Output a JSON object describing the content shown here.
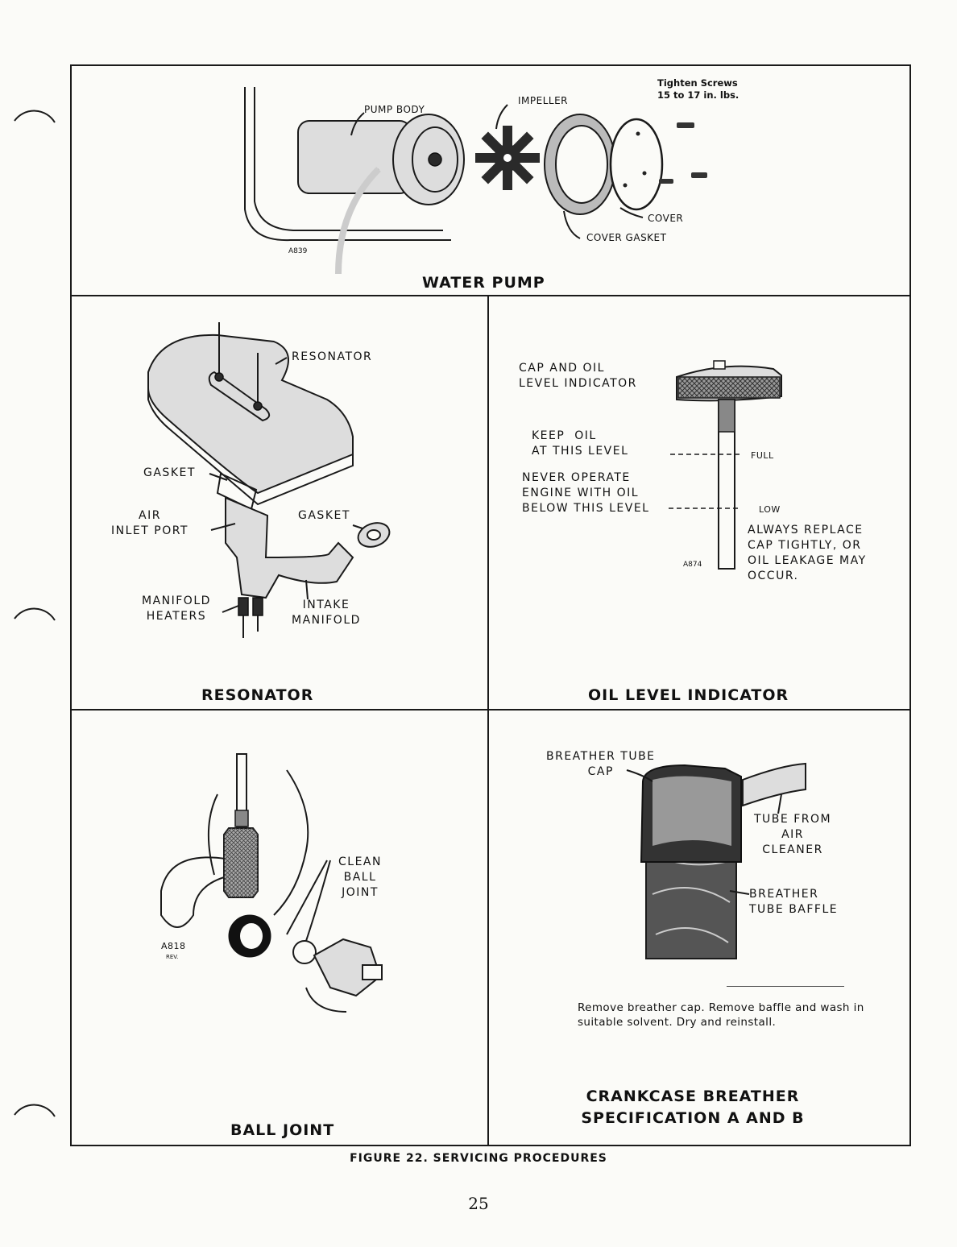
{
  "water_pump": {
    "title": "WATER PUMP",
    "pump_body": "PUMP BODY",
    "impeller": "IMPELLER",
    "cover": "COVER",
    "cover_gasket": "COVER GASKET",
    "tighten": "Tighten Screws\n15 to 17 in. lbs.",
    "code": "A839"
  },
  "resonator": {
    "title": "RESONATOR",
    "resonator": "RESONATOR",
    "gasket_left": "GASKET",
    "gasket_right": "GASKET",
    "air_inlet": "AIR\nINLET PORT",
    "manifold_heaters": "MANIFOLD\nHEATERS",
    "intake_manifold": "INTAKE\nMANIFOLD"
  },
  "oil_level": {
    "title": "OIL LEVEL INDICATOR",
    "cap_indicator": "CAP AND OIL\nLEVEL INDICATOR",
    "keep_oil": "KEEP  OIL\nAT THIS LEVEL",
    "never_operate": "NEVER OPERATE\nENGINE WITH OIL\nBELOW THIS LEVEL",
    "full": "FULL",
    "low": "LOW",
    "always_replace": "ALWAYS REPLACE\nCAP TIGHTLY, OR\nOIL LEAKAGE MAY\nOCCUR.",
    "code": "A874"
  },
  "ball_joint": {
    "title": "BALL JOINT",
    "clean": "CLEAN\nBALL\nJOINT",
    "code": "A818",
    "rev": "REV."
  },
  "crankcase": {
    "title_line1": "CRANKCASE BREATHER",
    "title_line2": "SPECIFICATION A AND B",
    "breather_tube_cap": "BREATHER TUBE\nCAP",
    "tube_from_air": "TUBE FROM\nAIR\nCLEANER",
    "breather_baffle": "BREATHER\nTUBE BAFFLE",
    "note": "Remove breather cap.  Remove baffle and wash in suitable solvent.  Dry and reinstall."
  },
  "figure_caption": "FIGURE 22.  SERVICING PROCEDURES",
  "page_number": "25"
}
